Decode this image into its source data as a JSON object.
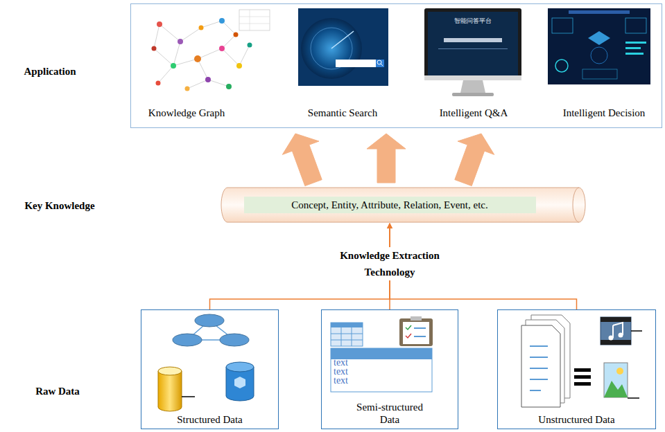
{
  "diagram": {
    "nodes": [
      {
        "text": [
          "Knowledge Graph",
          "Semantic Search",
          "Intelligent Q&A",
          "Intelligent Decision"
        ]
      },
      {
        "text": [
          "Concept, Entity, Attribute, Relation, Event, etc."
        ]
      },
      {
        "text": [
          "Structured Data"
        ]
      },
      {
        "text": [
          "Semi-structured Data"
        ]
      },
      {
        "text": [
          "Unstructured Data"
        ]
      }
    ],
    "edges": [
      {
        "from": 1,
        "to": 0,
        "arrow": "to"
      },
      {
        "from": 1,
        "to": 0,
        "arrow": "to"
      },
      {
        "from": 1,
        "to": 0,
        "arrow": "to"
      },
      {
        "from": 2,
        "to": 1,
        "arrow": "to"
      },
      {
        "from": 3,
        "to": 1,
        "arrow": "to",
        "label": "Knowledge Extraction Technology"
      },
      {
        "from": 4,
        "to": 1,
        "arrow": "to"
      }
    ],
    "labels": [
      "Application",
      "Key Knowledge",
      "Raw Data",
      "智能问答平台",
      "text",
      "text",
      "text"
    ]
  }
}
